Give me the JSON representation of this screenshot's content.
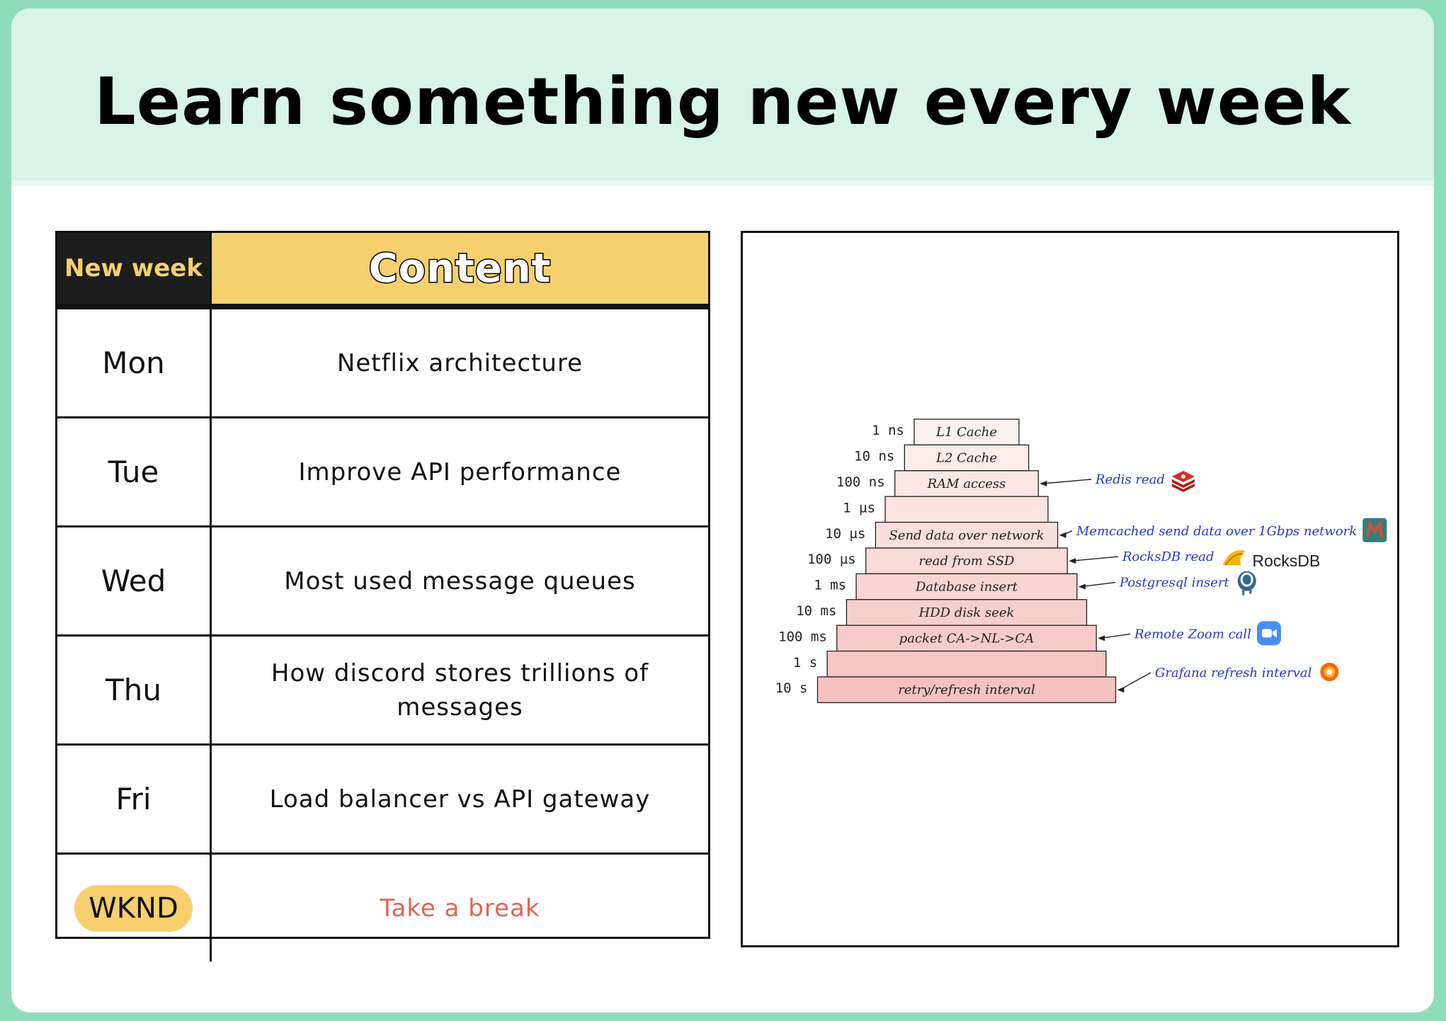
{
  "title": "Learn something new every week",
  "table": {
    "header_week": "New week",
    "header_content": "Content",
    "rows": [
      {
        "day": "Mon",
        "topic": "Netflix architecture"
      },
      {
        "day": "Tue",
        "topic": "Improve API performance"
      },
      {
        "day": "Wed",
        "topic": "Most used message queues"
      },
      {
        "day": "Thu",
        "topic": "How discord stores trillions of messages"
      },
      {
        "day": "Fri",
        "topic": "Load balancer vs API gateway"
      },
      {
        "day": "WKND",
        "topic": "Take a break"
      }
    ]
  },
  "latency": {
    "levels": [
      {
        "time": "1 ns",
        "label": "L1 Cache"
      },
      {
        "time": "10 ns",
        "label": "L2 Cache"
      },
      {
        "time": "100 ns",
        "label": "RAM access"
      },
      {
        "time": "1 µs",
        "label": ""
      },
      {
        "time": "10 µs",
        "label": "Send data over network"
      },
      {
        "time": "100 µs",
        "label": "read from SSD"
      },
      {
        "time": "1 ms",
        "label": "Database insert"
      },
      {
        "time": "10 ms",
        "label": "HDD disk seek"
      },
      {
        "time": "100 ms",
        "label": "packet CA->NL->CA"
      },
      {
        "time": "1 s",
        "label": ""
      },
      {
        "time": "10 s",
        "label": "retry/refresh interval"
      }
    ],
    "annotations": [
      {
        "level": 2,
        "text": "Redis read",
        "icon": "redis-icon"
      },
      {
        "level": 4,
        "text": "Memcached send data over 1Gbps network",
        "icon": "memcached-icon"
      },
      {
        "level": 5,
        "text": "RocksDB read",
        "icon": "rocksdb-icon",
        "brand": "RocksDB"
      },
      {
        "level": 6,
        "text": "Postgresql insert",
        "icon": "postgresql-icon"
      },
      {
        "level": 8,
        "text": "Remote Zoom call",
        "icon": "zoom-icon"
      },
      {
        "level": 10,
        "text": "Grafana refresh interval",
        "icon": "grafana-icon"
      }
    ],
    "colors": {
      "step_top": "#fdf1ef",
      "step_bottom": "#f5c2c0",
      "note": "#2339c8"
    }
  }
}
